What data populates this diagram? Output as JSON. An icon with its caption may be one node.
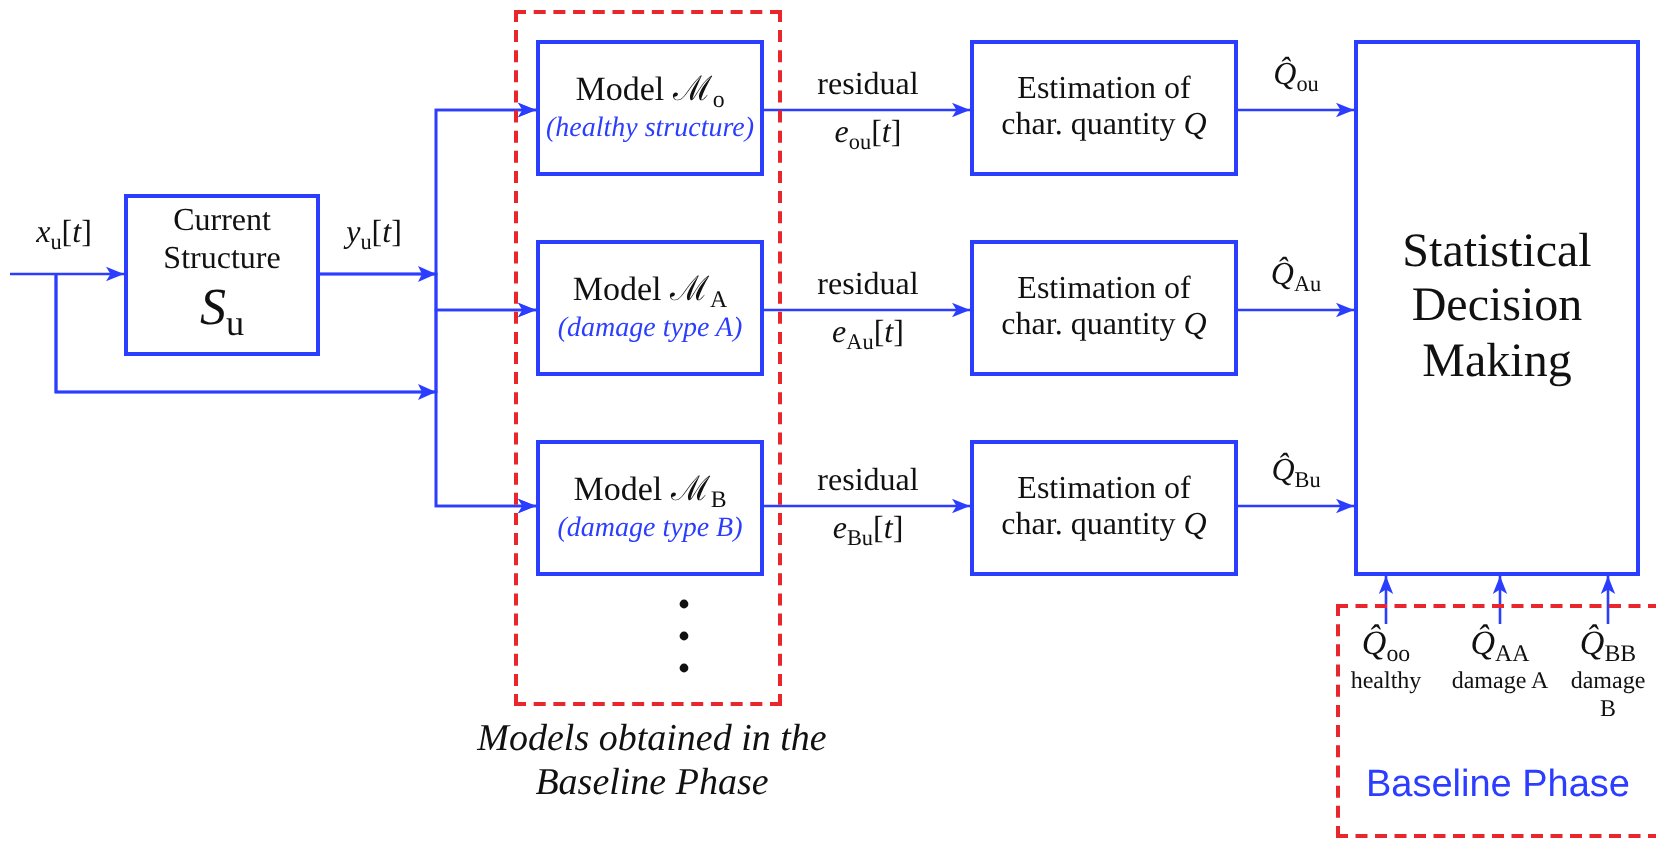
{
  "diagram": {
    "nodes": [
      {
        "text": [
          "Current Structure",
          "*S*$_{u}$"
        ]
      },
      {
        "text": [
          "Models obtained in the Baseline Phase"
        ]
      },
      {
        "text": [
          "Model ℳ$_{o}$",
          "(healthy structure)"
        ],
        "in": 1
      },
      {
        "text": [
          "Model ℳ$_{A}$",
          "(damage type A)"
        ],
        "in": 1
      },
      {
        "text": [
          "Model ℳ$_{B}$",
          "(damage type B)"
        ],
        "in": 1
      },
      {
        "text": [
          "Estimation of char. quantity *Q*"
        ]
      },
      {
        "text": [
          "Estimation of char. quantity *Q*"
        ]
      },
      {
        "text": [
          "Estimation of char. quantity *Q*"
        ]
      },
      {
        "text": [
          "Statistical Decision Making"
        ]
      },
      {
        "text": [
          "Baseline Phase"
        ]
      },
      {
        "text": [
          "*Q̂*$_{oo}$",
          "healthy"
        ],
        "in": 9
      },
      {
        "text": [
          "*Q̂*$_{AA}$",
          "damage A"
        ],
        "in": 9
      },
      {
        "text": [
          "*Q̂*$_{BB}$",
          "damage B"
        ],
        "in": 9
      }
    ],
    "edges": [
      {
        "from": null,
        "to": 0,
        "arrow": "to",
        "label": "*x*$_{u}$[*t*]"
      },
      {
        "from": 0,
        "to": 2,
        "arrow": "to",
        "label": "*y*$_{u}$[*t*]"
      },
      {
        "from": 0,
        "to": 3,
        "arrow": "to"
      },
      {
        "from": 0,
        "to": 4,
        "arrow": "to"
      },
      {
        "from": null,
        "to": 2,
        "arrow": "to"
      },
      {
        "from": null,
        "to": 3,
        "arrow": "to"
      },
      {
        "from": null,
        "to": 4,
        "arrow": "to"
      },
      {
        "from": 2,
        "to": 5,
        "arrow": "to",
        "label": "residual *e*$_{ou}$[*t*]"
      },
      {
        "from": 3,
        "to": 6,
        "arrow": "to",
        "label": "residual *e*$_{Au}$[*t*]"
      },
      {
        "from": 4,
        "to": 7,
        "arrow": "to",
        "label": "residual *e*$_{Bu}$[*t*]"
      },
      {
        "from": 5,
        "to": 8,
        "arrow": "to",
        "label": "*Q̂*$_{ou}$"
      },
      {
        "from": 6,
        "to": 8,
        "arrow": "to",
        "label": "*Q̂*$_{Au}$"
      },
      {
        "from": 7,
        "to": 8,
        "arrow": "to",
        "label": "*Q̂*$_{Bu}$"
      },
      {
        "from": 10,
        "to": 8,
        "arrow": "to"
      },
      {
        "from": 11,
        "to": 8,
        "arrow": "to"
      },
      {
        "from": 12,
        "to": 8,
        "arrow": "to"
      }
    ]
  }
}
